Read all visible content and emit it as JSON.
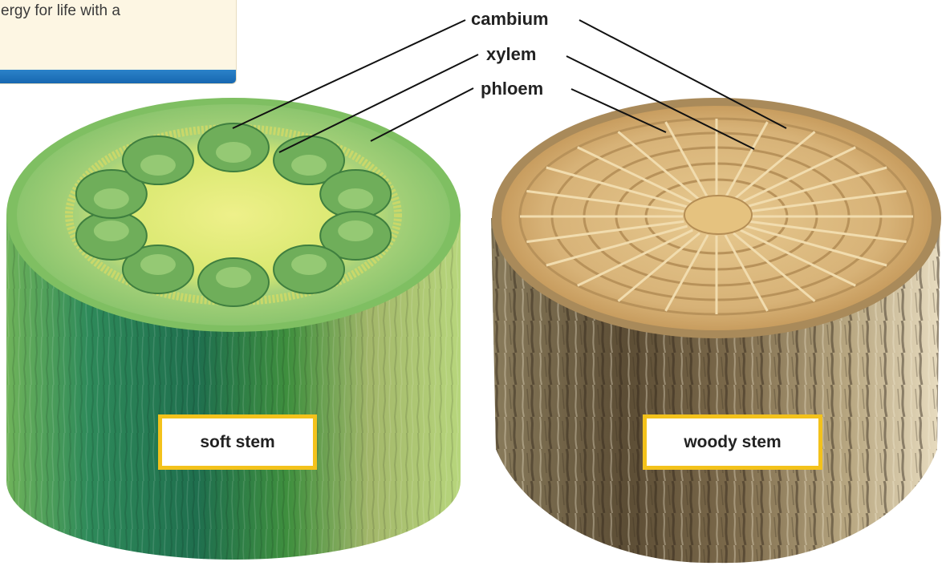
{
  "snippet": {
    "text": "ergy for life with a"
  },
  "labels": {
    "cambium": "cambium",
    "xylem": "xylem",
    "phloem": "phloem"
  },
  "stems": {
    "soft": "soft stem",
    "woody": "woody stem"
  },
  "colors": {
    "soft_top": "#a7d47c",
    "soft_side_dark": "#1f6f4e",
    "soft_side_light": "#a9c86a",
    "woody_top": "#d8b47a",
    "woody_bark": "#7a6a4c",
    "label_border": "#f3c21b"
  }
}
